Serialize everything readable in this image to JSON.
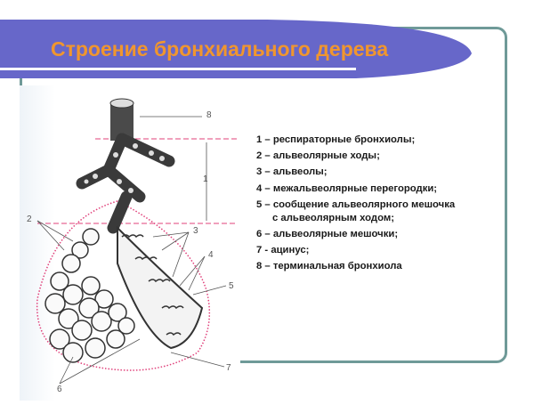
{
  "title": "Строение бронхиального дерева",
  "colors": {
    "title_band": "#6767c9",
    "title_text": "#f0962e",
    "frame": "#6f9a98",
    "dashed_lines": "#e0407a"
  },
  "legend": {
    "items": [
      {
        "label": "1 – респираторные бронхиолы;"
      },
      {
        "label": "2 – альвеолярные ходы;"
      },
      {
        "label": "3 – альвеолы;"
      },
      {
        "label": "4 – межальвеолярные перегородки;"
      },
      {
        "label": "5 – сообщение альвеолярного мешочка",
        "cont": "с альвеолярным ходом;"
      },
      {
        "label": "6 – альвеолярные мешочки;"
      },
      {
        "label": "7 - ацинус;"
      },
      {
        "label": "8 – терминальная бронхиола"
      }
    ]
  },
  "diagram": {
    "labels": {
      "n1": "1",
      "n2": "2",
      "n3": "3",
      "n4": "4",
      "n5": "5",
      "n6": "6",
      "n7": "7",
      "n8": "8"
    }
  }
}
